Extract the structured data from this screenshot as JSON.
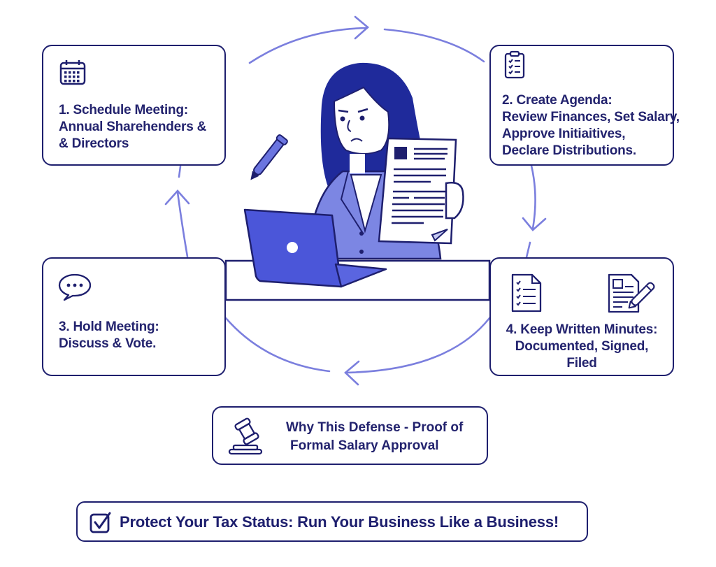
{
  "colors": {
    "navy": "#1e1f6e",
    "arrow": "#7b7fde",
    "laptop": "#4b56d9",
    "jacket": "#7c86e3",
    "hair": "#1f2a9b"
  },
  "steps": [
    {
      "icon": "calendar-icon",
      "lines": [
        "1. Schedule Meeting:",
        "Annual Sharehenders &",
        "& Directors"
      ]
    },
    {
      "icon": "clipboard-checklist-icon",
      "lines": [
        "2. Create Agenda:",
        "Review Finances, Set Salary,",
        "Approve Initiaitives,",
        "Declare Distributions."
      ]
    },
    {
      "icon": "speech-bubble-icon",
      "lines": [
        "3. Hold Meeting:",
        "Discuss & Vote."
      ]
    },
    {
      "icon": "checklist-document-icon",
      "icon2": "document-signing-icon",
      "lines": [
        "4. Keep Written Minutes:",
        "Documented, Signed,",
        "Filed"
      ]
    }
  ],
  "defense": {
    "icon": "gavel-icon",
    "lines": [
      "Why This Defense - Proof of",
      "Formal Salary Approval"
    ]
  },
  "banner": {
    "icon": "checkbox-checked-icon",
    "text": "Protect Your Tax Status: Run Your Business Like a Business!"
  },
  "illustration": {
    "subject": "woman holding document at laptop",
    "items": [
      "pen-icon",
      "laptop",
      "document"
    ]
  },
  "cycle_arrows": [
    "arrow-top-right",
    "arrow-right-down",
    "arrow-bottom-left",
    "arrow-left-up"
  ]
}
